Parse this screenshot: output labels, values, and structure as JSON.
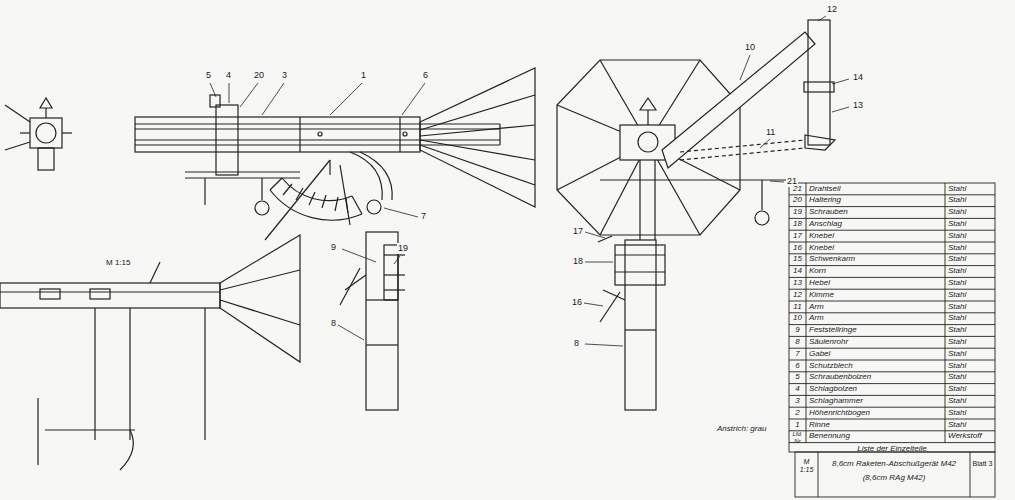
{
  "diagram": {
    "labels": [
      "5",
      "4",
      "20",
      "3",
      "1",
      "6",
      "7",
      "9",
      "19",
      "8",
      "M 1:15",
      "12",
      "10",
      "14",
      "13",
      "11",
      "21",
      "17",
      "18",
      "16",
      "8",
      "Anstrich: grau",
      "21",
      "Drahtseil",
      "Stahl",
      "20",
      "Haltering",
      "Stahl",
      "19",
      "Schrauben",
      "Stahl",
      "18",
      "Anschlag",
      "Stahl",
      "17",
      "Knebel",
      "Stahl",
      "16",
      "Knebel",
      "Stahl",
      "15",
      "Schwenkarm",
      "Stahl",
      "14",
      "Korn",
      "Stahl",
      "13",
      "Hebel",
      "Stahl",
      "12",
      "Kimme",
      "Stahl",
      "11",
      "Arm",
      "Stahl",
      "10",
      "Arm",
      "Stahl",
      "9",
      "Feststellringe",
      "Stahl",
      "8",
      "Säulenrohr",
      "Stahl",
      "7",
      "Gabel",
      "Stahl",
      "6",
      "Schutzblech",
      "Stahl",
      "5",
      "Schraubenbolzen",
      "Stahl",
      "4",
      "Schlagbolzen",
      "Stahl",
      "3",
      "Schlaghammer",
      "Stahl",
      "2",
      "Höhenrichtbogen",
      "Stahl",
      "1",
      "Rinne",
      "Stahl",
      "Lfd. Nr",
      "Benennung",
      "Werkstoff",
      "Liste der Einzelteile",
      "M 1:15",
      "8,6cm Raketen-Abschußgerät M42",
      "(8,6cm RAg M42)",
      "Blatt 3"
    ]
  }
}
